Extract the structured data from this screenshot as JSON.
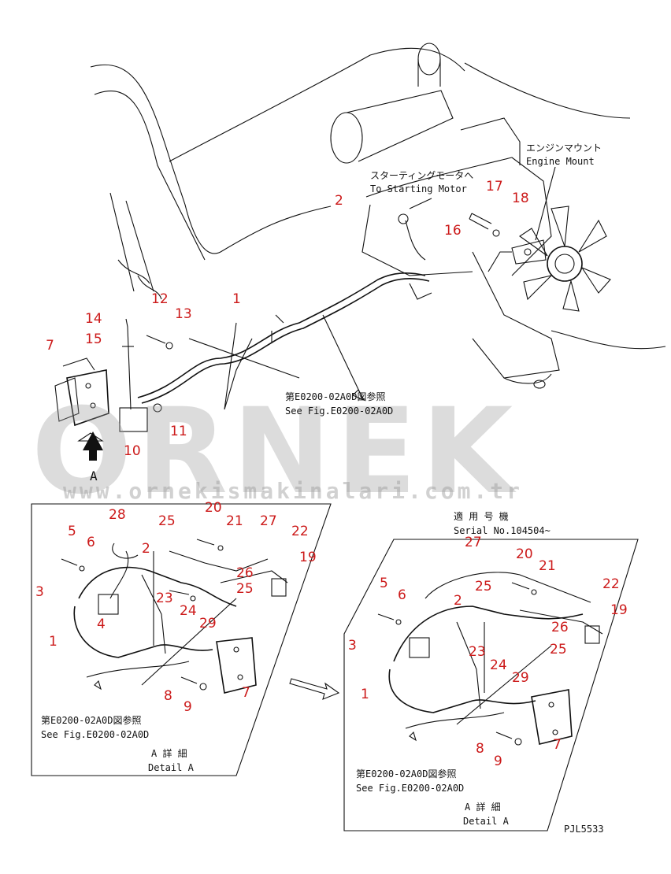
{
  "watermark": {
    "brand": "ORNEK",
    "url": "www.ornekismakinalari.com.tr"
  },
  "texts": {
    "engine_mount_jp": "エンジンマウント",
    "engine_mount_en": "Engine Mount",
    "starting_motor_jp": "スターティングモータへ",
    "starting_motor_en": "To Starting Motor",
    "see_fig_jp_top": "第E0200-02A0D図参照",
    "see_fig_en_top": "See Fig.E0200-02A0D",
    "view_letter": "A",
    "detail_jp_left": "A 詳 細",
    "detail_en_left": "Detail A",
    "see_fig_jp_left": "第E0200-02A0D図参照",
    "see_fig_en_left": "See Fig.E0200-02A0D",
    "serial_jp": "適 用 号 機",
    "serial_en": "Serial No.104504~",
    "detail_jp_right": "A 詳 細",
    "detail_en_right": "Detail A",
    "see_fig_jp_right": "第E0200-02A0D図参照",
    "see_fig_en_right": "See Fig.E0200-02A0D",
    "drawing_code": "PJL5533"
  },
  "part_labels": {
    "top": [
      "2",
      "17",
      "18",
      "16",
      "12",
      "1",
      "14",
      "13",
      "15",
      "7",
      "11",
      "10"
    ],
    "detail_left": [
      "20",
      "28",
      "25",
      "21",
      "27",
      "22",
      "5",
      "6",
      "2",
      "26",
      "19",
      "3",
      "25",
      "23",
      "24",
      "4",
      "29",
      "1",
      "8",
      "7",
      "9"
    ],
    "detail_right": [
      "27",
      "20",
      "21",
      "5",
      "25",
      "22",
      "6",
      "2",
      "19",
      "26",
      "3",
      "23",
      "25",
      "24",
      "29",
      "1",
      "7",
      "8",
      "9"
    ]
  }
}
